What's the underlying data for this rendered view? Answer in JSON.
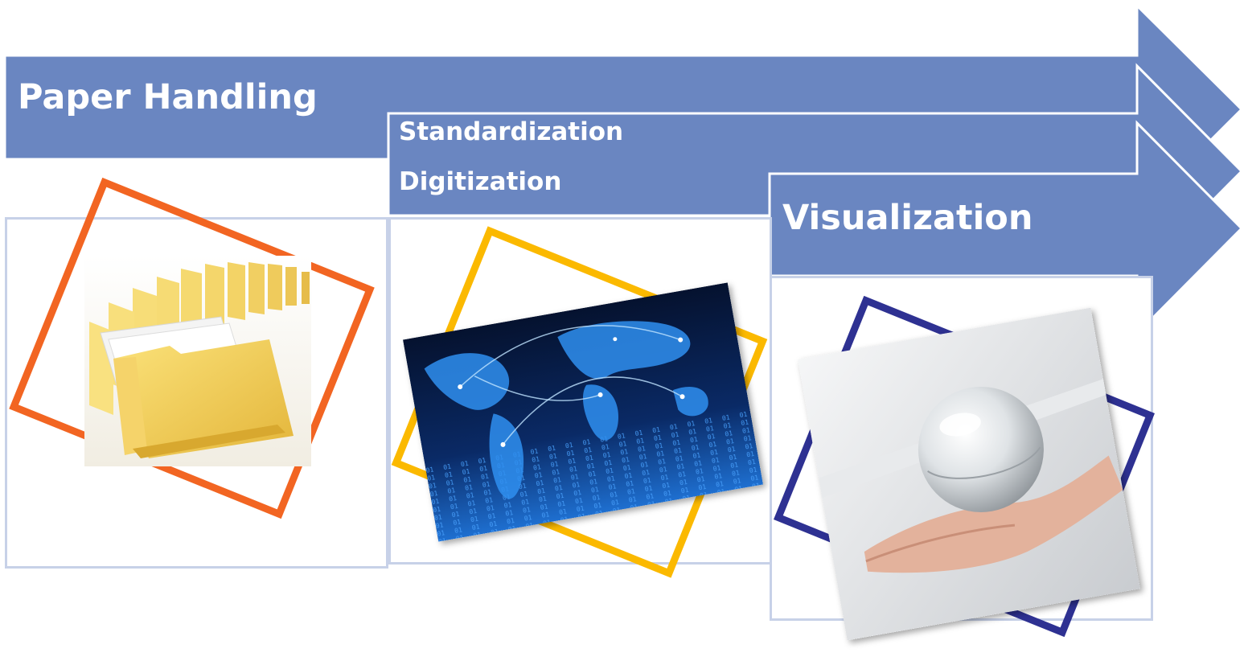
{
  "stages": [
    {
      "label": "Paper Handling",
      "picture": "folders-image",
      "frame_color": "#f26522"
    },
    {
      "label_lines": [
        "Standardization",
        "Digitization"
      ],
      "picture": "digital-world-map-image",
      "frame_color": "#fbb900"
    },
    {
      "label": "Visualization",
      "picture": "crystal-ball-image",
      "frame_color": "#2e3192"
    }
  ],
  "colors": {
    "arrow_fill": "#6a86c1",
    "arrow_stroke": "#ffffff",
    "panel_border": "#c7d1e8"
  }
}
